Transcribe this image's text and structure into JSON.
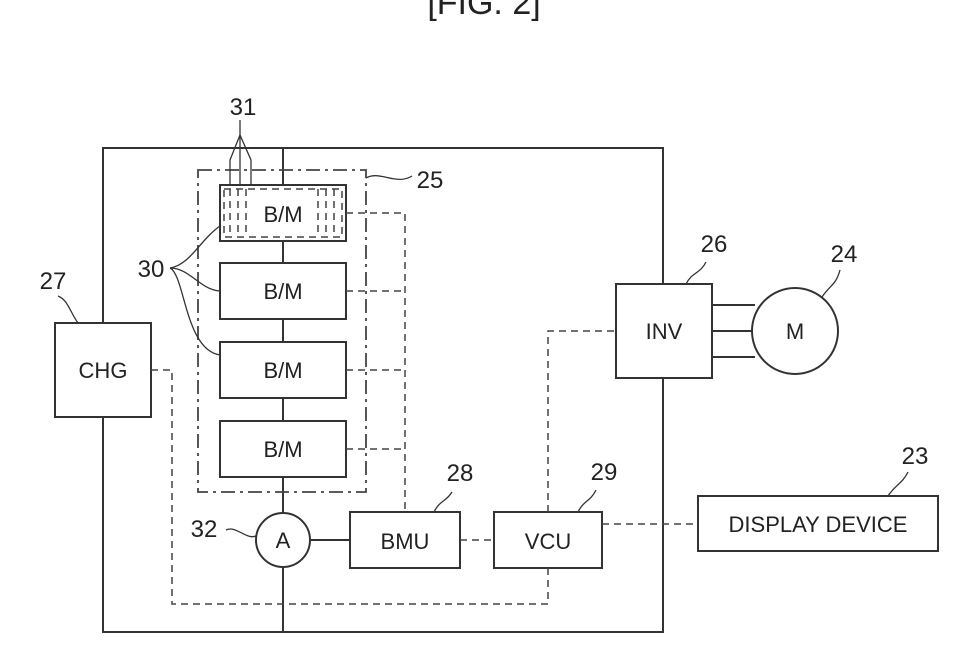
{
  "figure": {
    "title": "[FIG. 2]"
  },
  "blocks": {
    "chg": "CHG",
    "bm_1": "B/M",
    "bm_2": "B/M",
    "bm_3": "B/M",
    "bm_4": "B/M",
    "ammeter": "A",
    "bmu": "BMU",
    "vcu": "VCU",
    "inv": "INV",
    "motor": "M",
    "display": "DISPLAY DEVICE"
  },
  "refs": {
    "display": "23",
    "motor": "24",
    "pack": "25",
    "inv": "26",
    "chg": "27",
    "bmu": "28",
    "vcu": "29",
    "battery_modules": "30",
    "cells": "31",
    "ammeter": "32"
  }
}
